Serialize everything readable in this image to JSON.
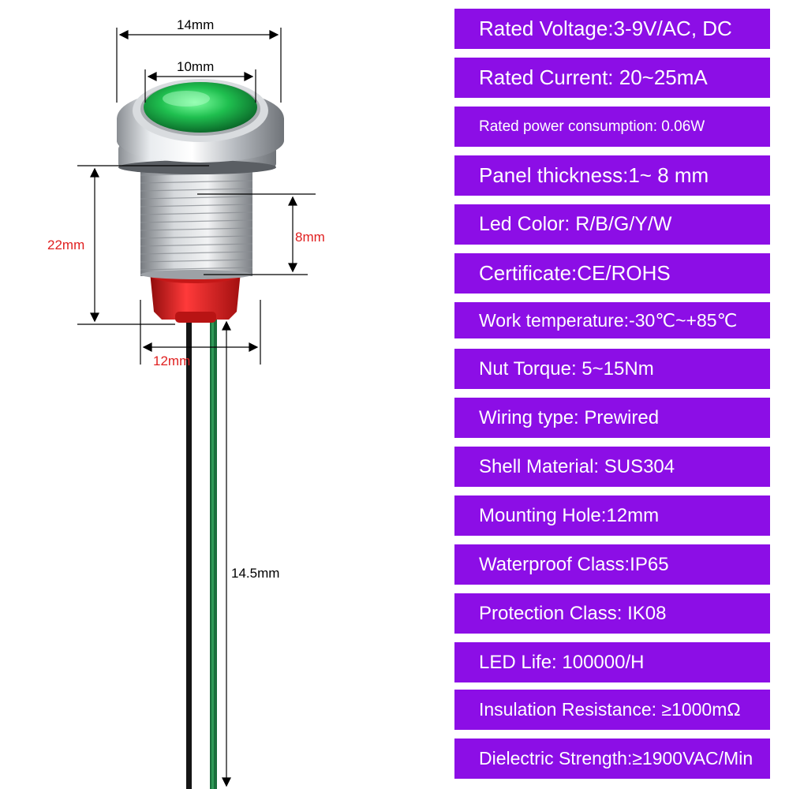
{
  "dimensions": {
    "head_diameter": "14mm",
    "lens_diameter": "10mm",
    "body_length": "22mm",
    "thread_length": "8mm",
    "thread_diameter": "12mm",
    "wire_length": "14.5mm"
  },
  "colors": {
    "spec_bg": "#8c0ee6",
    "spec_text": "#ffffff",
    "led": "#1fbf4f",
    "shell": "#c8ccd0",
    "gasket": "#d81818",
    "wire_black": "#151515",
    "wire_green": "#1b6e3c"
  },
  "specs": [
    {
      "text": "Rated Voltage:3-9V/AC, DC"
    },
    {
      "text": "Rated Current: 20~25mA"
    },
    {
      "text": "Rated power consumption: 0.06W"
    },
    {
      "text": "Panel thickness:1~ 8 mm"
    },
    {
      "text": "Led Color: R/B/G/Y/W"
    },
    {
      "text": "Certificate:CE/ROHS"
    },
    {
      "text": "Work temperature:-30℃~+85℃"
    },
    {
      "text": "Nut Torque: 5~15Nm"
    },
    {
      "text": "Wiring type: Prewired"
    },
    {
      "text": "Shell Material: SUS304"
    },
    {
      "text": "Mounting Hole:12mm"
    },
    {
      "text": "Waterproof Class:IP65"
    },
    {
      "text": "Protection Class: IK08"
    },
    {
      "text": "LED Life: 100000/H"
    },
    {
      "text": "Insulation Resistance: ≥1000mΩ"
    },
    {
      "text": "Dielectric Strength:≥1900VAC/Min"
    }
  ]
}
